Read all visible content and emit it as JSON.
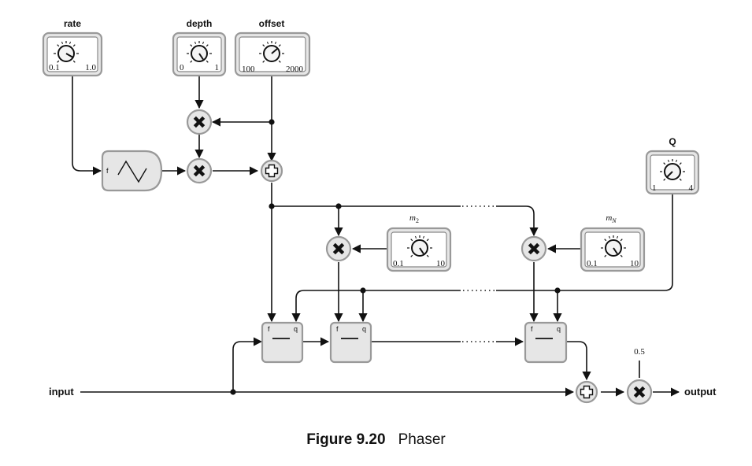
{
  "knobs": {
    "rate": {
      "title": "rate",
      "min": "0.1",
      "max": "1.0"
    },
    "depth": {
      "title": "depth",
      "min": "0",
      "max": "1"
    },
    "offset": {
      "title": "offset",
      "min": "100",
      "max": "2000"
    },
    "q": {
      "title": "Q",
      "min": "1",
      "max": "4"
    },
    "m2": {
      "title_base": "m",
      "title_sub": "2",
      "min": "0.1",
      "max": "10"
    },
    "mN": {
      "title_base": "m",
      "title_sub": "N",
      "min": "0.1",
      "max": "10"
    }
  },
  "lfo": {
    "port": "f"
  },
  "filters": [
    {
      "port_f": "f",
      "port_q": "q"
    },
    {
      "port_f": "f",
      "port_q": "q"
    },
    {
      "port_f": "f",
      "port_q": "q"
    }
  ],
  "io": {
    "input": "input",
    "output": "output",
    "gain": "0.5"
  },
  "caption": {
    "number": "Figure 9.20",
    "title": "Phaser"
  }
}
